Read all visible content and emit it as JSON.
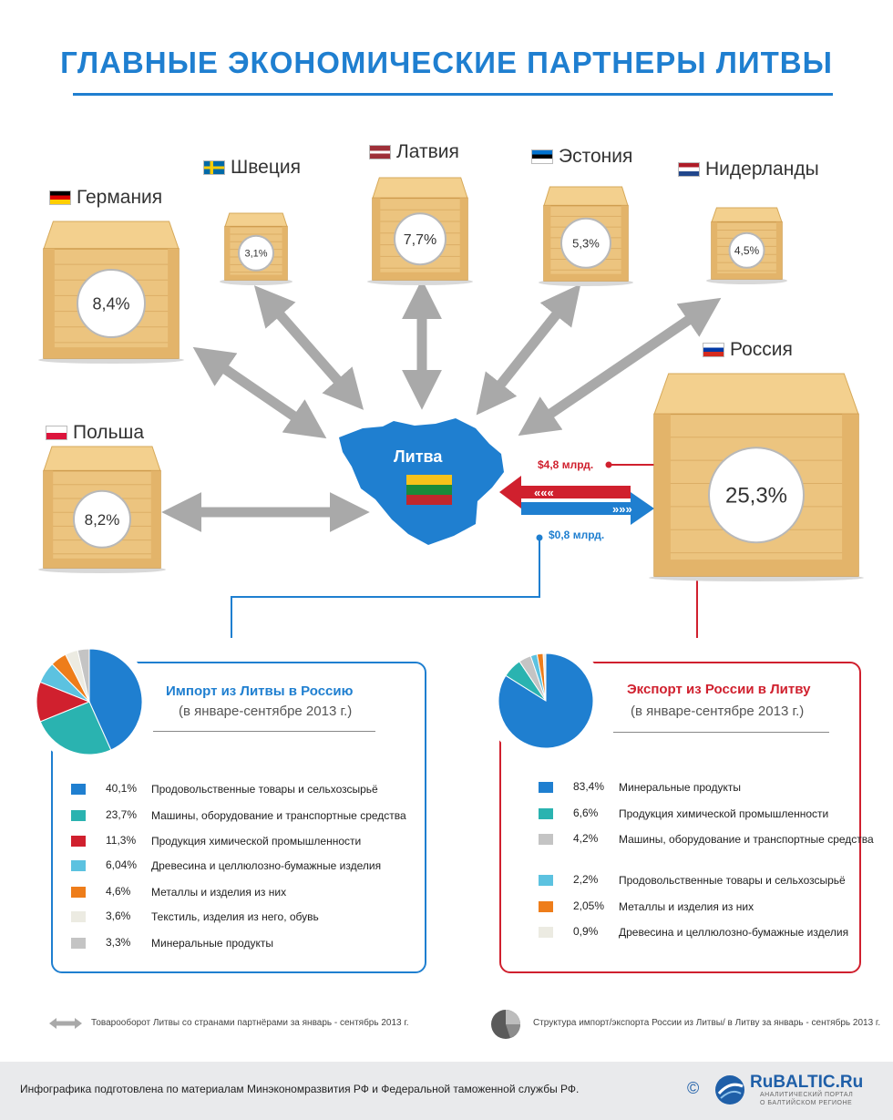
{
  "title": "ГЛАВНЫЕ ЭКОНОМИЧЕСКИЕ ПАРТНЕРЫ ЛИТВЫ",
  "center": {
    "name": "Литва"
  },
  "partners": [
    {
      "name": "Германия",
      "share": "8,4%",
      "value": 8.4
    },
    {
      "name": "Швеция",
      "share": "3,1%",
      "value": 3.1
    },
    {
      "name": "Латвия",
      "share": "7,7%",
      "value": 7.7
    },
    {
      "name": "Эстония",
      "share": "5,3%",
      "value": 5.3
    },
    {
      "name": "Нидерланды",
      "share": "4,5%",
      "value": 4.5
    },
    {
      "name": "Россия",
      "share": "25,3%",
      "value": 25.3
    },
    {
      "name": "Польша",
      "share": "8,2%",
      "value": 8.2
    }
  ],
  "flows": {
    "export_ru": "$4,8 млрд.",
    "import_ru": "$0,8 млрд.",
    "colors": {
      "red": "#d0202e",
      "blue": "#1f7fd0"
    }
  },
  "import_panel": {
    "title": "Импорт из Литвы в Россию",
    "subtitle": "(в январе-сентябре 2013 г.)"
  },
  "export_panel": {
    "title": "Экспорт из России в Литву",
    "subtitle": "(в январе-сентябре 2013 г.)"
  },
  "chart_data": [
    {
      "type": "pie",
      "title": "Импорт из Литвы в Россию",
      "subtitle": "(в январе-сентябре 2013 г.)",
      "categories": [
        "Продовольственные товары и сельхозсырьё",
        "Машины, оборудование и транспортные средства",
        "Продукция химической промышленности",
        "Древесина и целлюлозно-бумажные изделия",
        "Металлы и изделия из них",
        "Текстиль, изделия из него, обувь",
        "Минеральные продукты"
      ],
      "labels": [
        "40,1%",
        "23,7%",
        "11,3%",
        "6,04%",
        "4,6%",
        "3,6%",
        "3,3%"
      ],
      "values": [
        40.1,
        23.7,
        11.3,
        6.04,
        4.6,
        3.6,
        3.3
      ],
      "colors": [
        "#1f7fd0",
        "#2ab3b0",
        "#d0202e",
        "#5cc2e0",
        "#ee7d1a",
        "#ecebe2",
        "#c4c4c4"
      ]
    },
    {
      "type": "pie",
      "title": "Экспорт из России в Литву",
      "subtitle": "(в январе-сентябре 2013 г.)",
      "categories": [
        "Минеральные продукты",
        "Продукция химической промышленности",
        "Машины, оборудование и транспортные средства",
        "Продовольственные товары и сельхозсырьё",
        "Металлы и изделия из них",
        "Древесина и целлюлозно-бумажные изделия"
      ],
      "labels": [
        "83,4%",
        "6,6%",
        "4,2%",
        "2,2%",
        "2,05%",
        "0,9%"
      ],
      "values": [
        83.4,
        6.6,
        4.2,
        2.2,
        2.05,
        0.9
      ],
      "colors": [
        "#1f7fd0",
        "#2ab3b0",
        "#c4c4c4",
        "#5cc2e0",
        "#ee7d1a",
        "#ecebe2"
      ]
    }
  ],
  "notes": {
    "arrow_note": "Товарооборот Литвы со странами партнёрами за январь - сентябрь 2013 г.",
    "pie_note": "Структура импорт/экспорта России из Литвы/ в Литву за январь - сентябрь 2013 г."
  },
  "footer": {
    "credit": "Инфографика подготовлена по материалам Минэкономразвития РФ и Федеральной таможенной службы РФ.",
    "copyright": "©",
    "brand": "RuBALTIC.Ru",
    "brand_tag1": "АНАЛИТИЧЕСКИЙ ПОРТАЛ",
    "brand_tag2": "О БАЛТИЙСКОМ РЕГИОНЕ"
  }
}
